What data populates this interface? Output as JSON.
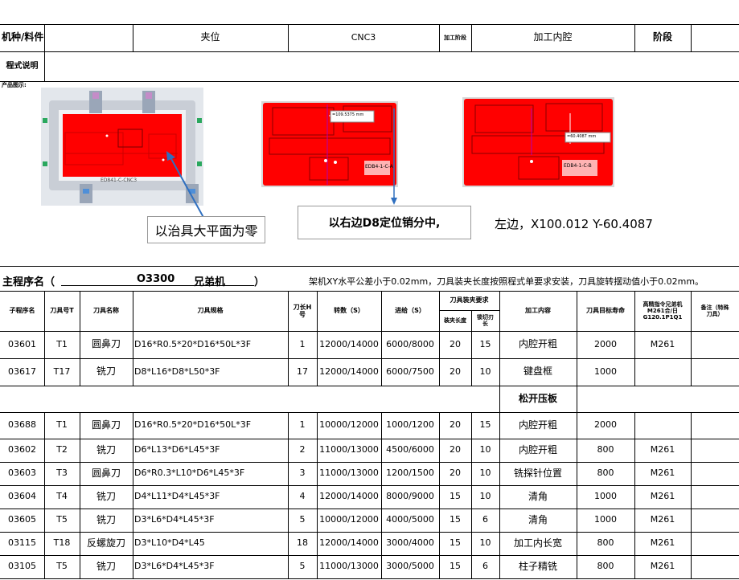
{
  "header": {
    "machine_label": "机种/料件",
    "fixture": "夹位",
    "cnc": "CNC3",
    "process_label": "加工阶段",
    "process_value": "加工内腔",
    "stage_label": "阶段",
    "program_desc_label": "程式说明",
    "product_display_label": "产品图示:"
  },
  "images": {
    "model_label": "ED841-C-CNC3",
    "measure_1": "=109.5375 mm",
    "measure_2": "=60.4087 mm",
    "part_text_1": "EDB4-1-C-A",
    "part_text_2": "EDB4-1-C-B"
  },
  "callouts": {
    "fixture_zero": "以治具大平面为零",
    "right_pin_center": "以右边D8定位销分中,",
    "left_coords": "左边，X100.012    Y-60.4087"
  },
  "main_program": {
    "label": "主程序名（",
    "number": "O3300",
    "machine": "兄弟机",
    "close": "）",
    "note": "架机XY水平公差小于0.02mm，刀具装夹长度按照程式单要求安装，刀具旋转摆动值小于0.02mm。"
  },
  "table": {
    "headers": {
      "sub": "子程序名",
      "tool_no": "刀具号T",
      "tool_name": "刀具名称",
      "tool_spec": "刀具规格",
      "h": "刀长H号",
      "speed": "转数（S）",
      "feed": "进给（S）",
      "clamp_group": "刀具装夹要求",
      "clamp_len": "装夹长度",
      "edge_len": "锁切刃长",
      "content": "加工内容",
      "life": "刀具目标寿命",
      "cmd": "高精指令兄弟机M261合/日G120.1P1Q1",
      "remark": "备注（特殊刀具）"
    },
    "rows": [
      {
        "sub": "03601",
        "t": "T1",
        "name": "圆鼻刀",
        "spec": "D16*R0.5*20*D16*50L*3F",
        "h": "1",
        "s": "12000/14000",
        "f": "6000/8000",
        "clamp": "20",
        "edge": "15",
        "content": "内腔开粗",
        "life": "2000",
        "cmd": "M261"
      },
      {
        "sub": "03617",
        "t": "T17",
        "name": "铣刀",
        "spec": "D8*L16*D8*L50*3F",
        "h": "17",
        "s": "12000/14000",
        "f": "6000/7500",
        "clamp": "20",
        "edge": "10",
        "content": "键盘框",
        "life": "1000",
        "cmd": ""
      },
      {
        "sub": "03688",
        "t": "T1",
        "name": "圆鼻刀",
        "spec": "D16*R0.5*20*D16*50L*3F",
        "h": "1",
        "s": "10000/12000",
        "f": "1000/1200",
        "clamp": "20",
        "edge": "15",
        "content": "内腔开粗",
        "life": "2000",
        "cmd": ""
      },
      {
        "sub": "03602",
        "t": "T2",
        "name": "铣刀",
        "spec": "D6*L13*D6*L45*3F",
        "h": "2",
        "s": "11000/13000",
        "f": "4500/6000",
        "clamp": "20",
        "edge": "10",
        "content": "内腔开粗",
        "life": "800",
        "cmd": "M261"
      },
      {
        "sub": "03603",
        "t": "T3",
        "name": "圆鼻刀",
        "spec": "D6*R0.3*L10*D6*L45*3F",
        "h": "3",
        "s": "11000/13000",
        "f": "1200/1500",
        "clamp": "20",
        "edge": "10",
        "content": "铣探针位置",
        "life": "800",
        "cmd": "M261"
      },
      {
        "sub": "03604",
        "t": "T4",
        "name": "铣刀",
        "spec": "D4*L11*D4*L45*3F",
        "h": "4",
        "s": "12000/14000",
        "f": "8000/9000",
        "clamp": "15",
        "edge": "10",
        "content": "清角",
        "life": "1000",
        "cmd": "M261"
      },
      {
        "sub": "03605",
        "t": "T5",
        "name": "铣刀",
        "spec": "D3*L6*D4*L45*3F",
        "h": "5",
        "s": "10000/12000",
        "f": "4000/5000",
        "clamp": "15",
        "edge": "6",
        "content": "清角",
        "life": "1000",
        "cmd": "M261"
      },
      {
        "sub": "03115",
        "t": "T18",
        "name": "反螺旋刀",
        "spec": "D3*L10*D4*L45",
        "h": "18",
        "s": "12000/14000",
        "f": "3000/4000",
        "clamp": "15",
        "edge": "10",
        "content": "加工内长宽",
        "life": "800",
        "cmd": "M261"
      },
      {
        "sub": "03105",
        "t": "T5",
        "name": "铣刀",
        "spec": "D3*L6*D4*L45*3F",
        "h": "5",
        "s": "11000/13000",
        "f": "3000/5000",
        "clamp": "15",
        "edge": "6",
        "content": "柱子精铣",
        "life": "800",
        "cmd": "M261"
      }
    ],
    "section_label": "松开压板"
  }
}
